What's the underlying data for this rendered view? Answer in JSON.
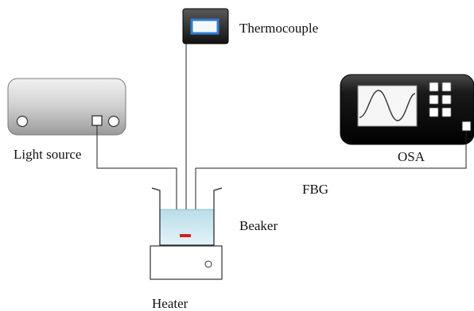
{
  "labels": {
    "thermocouple": "Thermocouple",
    "light_source": "Light source",
    "osa": "OSA",
    "fbg": "FBG",
    "beaker": "Beaker",
    "heater": "Heater"
  },
  "colors": {
    "water": "#cfe9f1",
    "fbg_grating": "#d42020",
    "thermocouple_screen": "#2f7fd0",
    "osa_body": "#1a1a1a",
    "light_source_body": "#c8c8c8"
  }
}
